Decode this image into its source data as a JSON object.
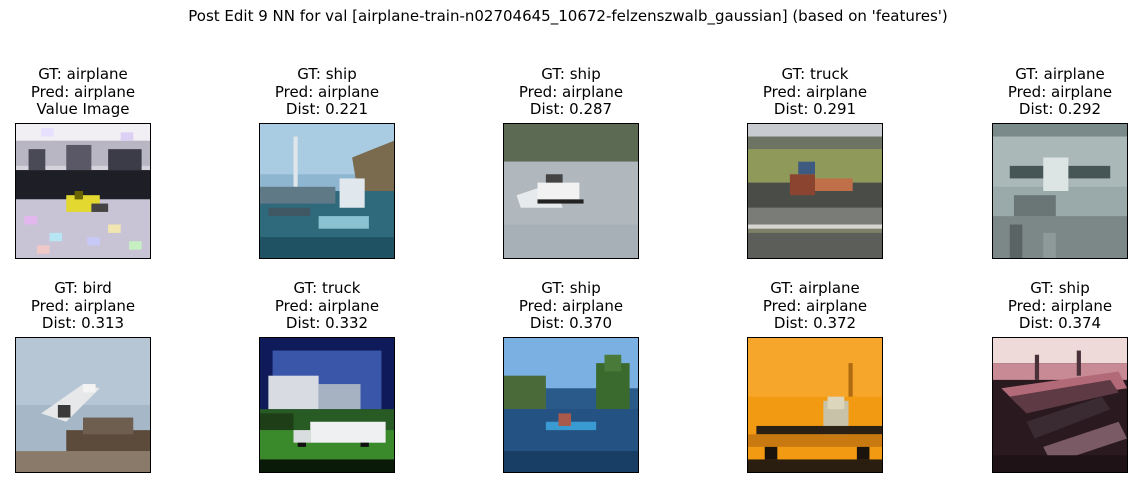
{
  "title": "Post Edit 9 NN for val [airplane-train-n02704645_10672-felzenszwalb_gaussian] (based on 'features')",
  "panels": [
    {
      "lines": [
        "GT: airplane",
        "Pred: airplane",
        "Value Image"
      ],
      "scene": "noisy-airplane"
    },
    {
      "lines": [
        "GT: ship",
        "Pred: airplane",
        "Dist: 0.221"
      ],
      "scene": "ship-harbor"
    },
    {
      "lines": [
        "GT: ship",
        "Pred: airplane",
        "Dist: 0.287"
      ],
      "scene": "speedboat"
    },
    {
      "lines": [
        "GT: truck",
        "Pred: airplane",
        "Dist: 0.291"
      ],
      "scene": "runway-truck"
    },
    {
      "lines": [
        "GT: airplane",
        "Pred: airplane",
        "Dist: 0.292"
      ],
      "scene": "seaplane"
    },
    {
      "lines": [
        "GT: bird",
        "Pred: airplane",
        "Dist: 0.313"
      ],
      "scene": "bird-sky"
    },
    {
      "lines": [
        "GT: truck",
        "Pred: airplane",
        "Dist: 0.332"
      ],
      "scene": "white-truck"
    },
    {
      "lines": [
        "GT: ship",
        "Pred: airplane",
        "Dist: 0.370"
      ],
      "scene": "lake-boat"
    },
    {
      "lines": [
        "GT: airplane",
        "Pred: airplane",
        "Dist: 0.372"
      ],
      "scene": "orange-sky-plane"
    },
    {
      "lines": [
        "GT: ship",
        "Pred: airplane",
        "Dist: 0.374"
      ],
      "scene": "pink-ship"
    }
  ]
}
